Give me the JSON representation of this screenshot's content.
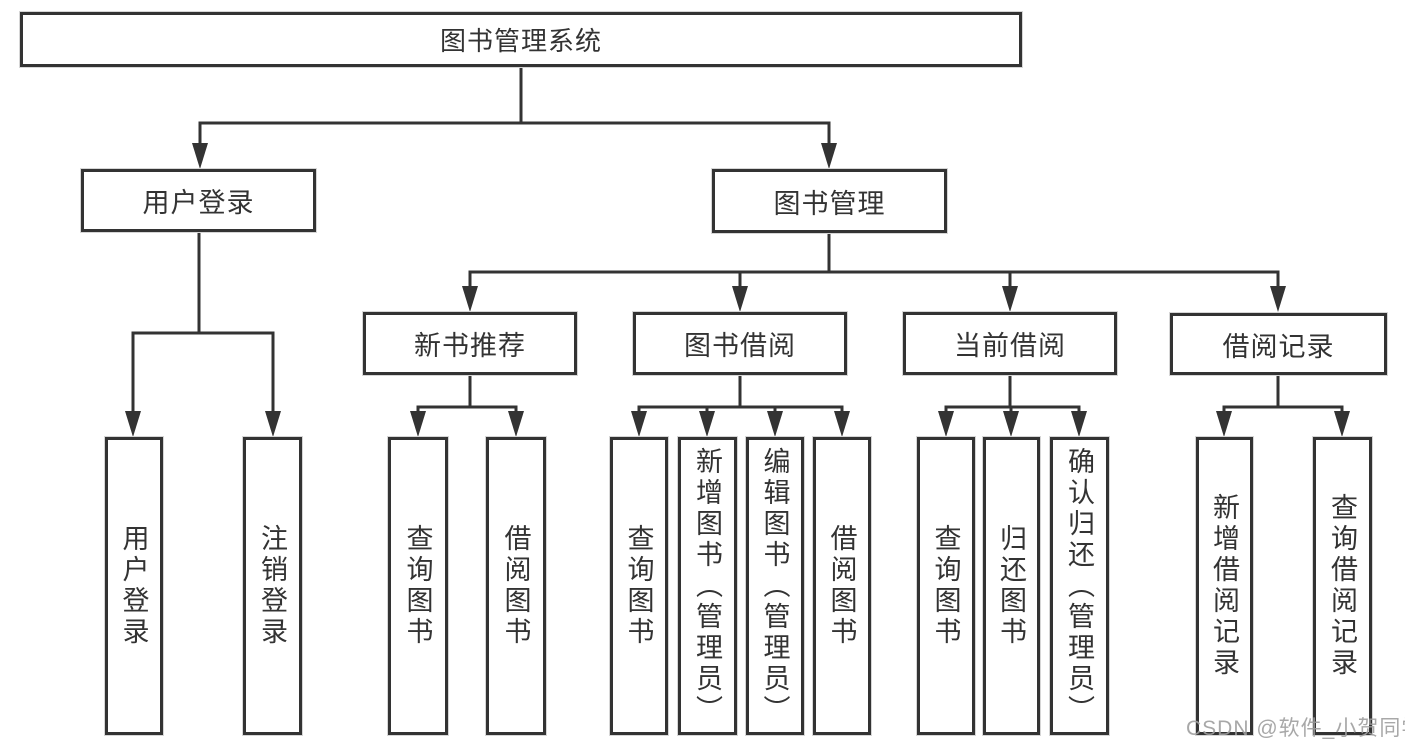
{
  "tree": {
    "root": {
      "label": "图书管理系统",
      "children": [
        {
          "label": "用户登录",
          "children": [
            {
              "label": "用户登录"
            },
            {
              "label": "注销登录"
            }
          ]
        },
        {
          "label": "图书管理",
          "children": [
            {
              "label": "新书推荐",
              "children": [
                {
                  "label": "查询图书"
                },
                {
                  "label": "借阅图书"
                }
              ]
            },
            {
              "label": "图书借阅",
              "children": [
                {
                  "label": "查询图书"
                },
                {
                  "label": "新增图书（管理员）"
                },
                {
                  "label": "编辑图书（管理员）"
                },
                {
                  "label": "借阅图书"
                }
              ]
            },
            {
              "label": "当前借阅",
              "children": [
                {
                  "label": "查询图书"
                },
                {
                  "label": "归还图书"
                },
                {
                  "label": "确认归还（管理员）"
                }
              ]
            },
            {
              "label": "借阅记录",
              "children": [
                {
                  "label": "新增借阅记录"
                },
                {
                  "label": "查询借阅记录"
                }
              ]
            }
          ]
        }
      ]
    }
  },
  "watermark": {
    "text": "CSDN @软件_小贺同学"
  },
  "colors": {
    "line": "#333333",
    "border": "#333333",
    "text": "#333333",
    "background": "#ffffff",
    "watermark": "#9e9e9e"
  }
}
